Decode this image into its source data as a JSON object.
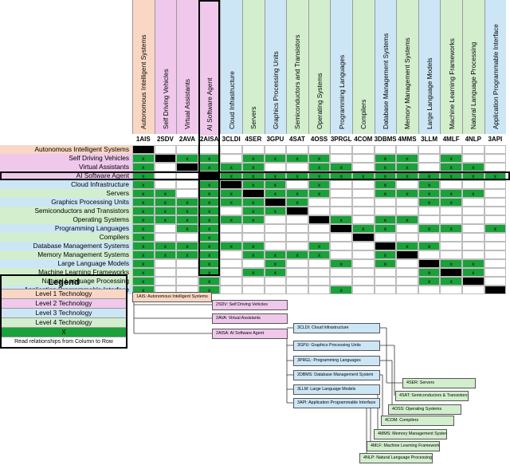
{
  "colors": {
    "level1": "#f9d7c4",
    "level2": "#efc8ec",
    "level3": "#cce6f6",
    "level4": "#d2eecd",
    "x": "#1aa13a"
  },
  "technologies": [
    {
      "code": "1AIS",
      "name": "Autonomous Intelligent Systems",
      "level": 1
    },
    {
      "code": "2SDV",
      "name": "Self Driving Vehicles",
      "level": 2
    },
    {
      "code": "2AVA",
      "name": "Virtual Assistants",
      "level": 2
    },
    {
      "code": "2AISA",
      "name": "AI Software Agent",
      "level": 2
    },
    {
      "code": "3CLDI",
      "name": "Cloud Infrastructure",
      "level": 3
    },
    {
      "code": "4SER",
      "name": "Servers",
      "level": 4
    },
    {
      "code": "3GPU",
      "name": "Graphics Processing Units",
      "level": 3
    },
    {
      "code": "4SAT",
      "name": "Semiconductors and Transistors",
      "level": 4
    },
    {
      "code": "4OSS",
      "name": "Operating Systems",
      "level": 4
    },
    {
      "code": "3PRGL",
      "name": "Programming Languages",
      "level": 3
    },
    {
      "code": "4COM",
      "name": "Compilers",
      "level": 4
    },
    {
      "code": "3DBMS",
      "name": "Database Management Systems",
      "level": 3
    },
    {
      "code": "4MMS",
      "name": "Memory Management Systems",
      "level": 4
    },
    {
      "code": "3LLM",
      "name": "Large Language Models",
      "level": 3
    },
    {
      "code": "4MLF",
      "name": "Machine Learning Frameworks",
      "level": 4
    },
    {
      "code": "4NLP",
      "name": "Natural Language Processing",
      "level": 4
    },
    {
      "code": "3API",
      "name": "Application Programmable Interface",
      "level": 3
    }
  ],
  "matrix_marks": [
    [],
    [
      0,
      2,
      3,
      5,
      6,
      7,
      8,
      11,
      12,
      14
    ],
    [
      0,
      3,
      4,
      5,
      8,
      9,
      11,
      12,
      14,
      15
    ],
    [
      0,
      4,
      5,
      6,
      7,
      8,
      9,
      10,
      11,
      12,
      13,
      14,
      15,
      16
    ],
    [
      0,
      3,
      5,
      6,
      8,
      11,
      13
    ],
    [
      0,
      1,
      3,
      4,
      6,
      7,
      8,
      11,
      12,
      13,
      14,
      15
    ],
    [
      0,
      1,
      2,
      3,
      4,
      5,
      7,
      13,
      14
    ],
    [
      0,
      1,
      2,
      3,
      5,
      6
    ],
    [
      0,
      1,
      2,
      3,
      4,
      5,
      9,
      11,
      12
    ],
    [
      0,
      2,
      3,
      10,
      11,
      13,
      14,
      16
    ],
    [
      0,
      3
    ],
    [
      0,
      1,
      2,
      3,
      4,
      5,
      8,
      12,
      13
    ],
    [
      0,
      1,
      2,
      3,
      5,
      6,
      7,
      8,
      11
    ],
    [
      0,
      3,
      6,
      9,
      11,
      14,
      15
    ],
    [
      0,
      3,
      5,
      6,
      13,
      15
    ],
    [
      0,
      3,
      13,
      14
    ],
    [
      0,
      3,
      9
    ]
  ],
  "mark_symbol": "x",
  "legend": {
    "title": "Legend",
    "items": [
      {
        "label": "Level 1 Technology",
        "color": "#f9d7c4"
      },
      {
        "label": "Level 2 Technology",
        "color": "#efc8ec"
      },
      {
        "label": "Level 3 Technology",
        "color": "#cce6f6"
      },
      {
        "label": "Level 4 Technology",
        "color": "#d2eecd"
      },
      {
        "label": "X",
        "color": "#1aa13a"
      }
    ],
    "note": "Read relationships from Column to Row"
  },
  "tree": {
    "root": "1AIS: Autonomous Intelligent Systems",
    "level2": [
      "2SDV: Self Driving Vehicles",
      "2AVA: Virtual Assistants",
      "2AISA: AI Software Agent"
    ],
    "level3": [
      "3CLDI: Cloud Infrastructure",
      "3GPU: Graphics Processing Units",
      "3PRGL: Programming Languages",
      "2DBMS: Database Management System",
      "3LLM: Large Language Models",
      "3API: Application Programmable Interface"
    ],
    "level4": [
      "4SER: Servers",
      "4SAT: Semiconductors & Transistors",
      "4OSS: Operating Systems",
      "4COM: Compilers",
      "4MMS: Memory Management Systems",
      "4MLF: Machine Learning Frameworks",
      "4NLP: Natural Language Processing"
    ]
  }
}
